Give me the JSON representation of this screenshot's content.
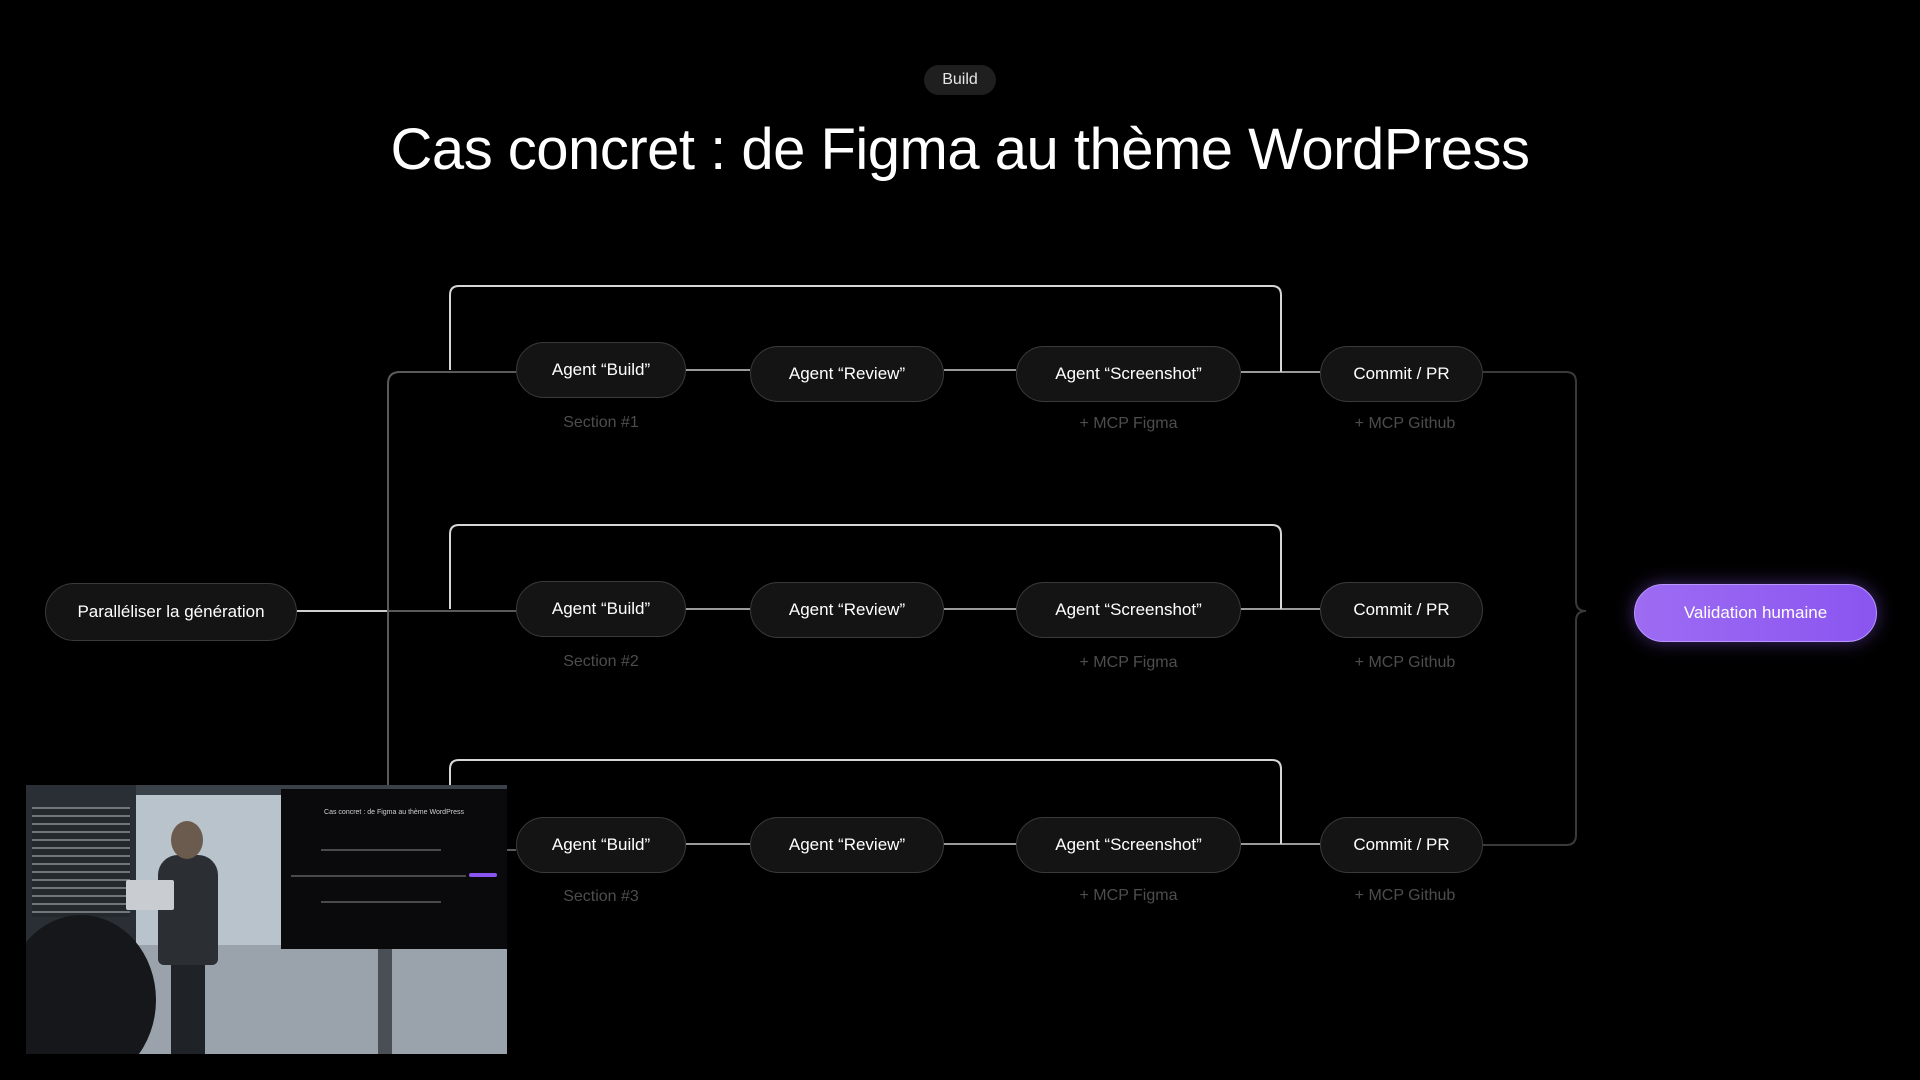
{
  "header": {
    "badge": "Build",
    "title": "Cas concret : de Figma au thème WordPress"
  },
  "diagram": {
    "start_node": "Paralléliser la génération",
    "final_node": "Validation humaine",
    "rows": [
      {
        "build": "Agent “Build”",
        "review": "Agent “Review”",
        "screenshot": "Agent “Screenshot”",
        "commit": "Commit / PR",
        "section": "Section #1",
        "screenshot_caption": "+ MCP Figma",
        "commit_caption": "+ MCP Github"
      },
      {
        "build": "Agent “Build”",
        "review": "Agent “Review”",
        "screenshot": "Agent “Screenshot”",
        "commit": "Commit / PR",
        "section": "Section #2",
        "screenshot_caption": "+ MCP Figma",
        "commit_caption": "+ MCP Github"
      },
      {
        "build": "Agent “Build”",
        "review": "Agent “Review”",
        "screenshot": "Agent “Screenshot”",
        "commit": "Commit / PR",
        "section": "Section #3",
        "screenshot_caption": "+ MCP Figma",
        "commit_caption": "+ MCP Github"
      }
    ]
  },
  "video_inset": {
    "slide_title": "Cas concret : de Figma au thème WordPress"
  },
  "colors": {
    "background": "#000000",
    "node_fill": "#141414",
    "node_border": "#3a3a3a",
    "accent": "#8a55f0",
    "caption": "#4d4d4d"
  }
}
